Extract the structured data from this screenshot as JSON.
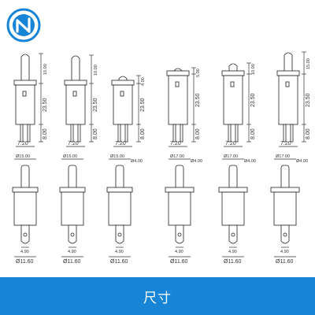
{
  "footer": {
    "title": "尺寸"
  },
  "brand": {
    "logo": "n-circle-logo",
    "color": "#1784d6"
  },
  "top_views": [
    {
      "total": "15.00",
      "body": "23.50",
      "pin": "8.00",
      "width": "7.20"
    },
    {
      "total": "10.00",
      "body": "23.50",
      "pin": "8.00",
      "width": "7.20"
    },
    {
      "total": "4.00",
      "body": "23.50",
      "pin": "8.00",
      "width": "7.20"
    },
    {
      "total": "5.00",
      "body": "23.50",
      "pin": "8.00",
      "width": "7.20"
    },
    {
      "total": "10.00",
      "body": "23.50",
      "pin": "8.00",
      "width": "7.20"
    },
    {
      "total": "15.00",
      "body": "23.50",
      "pin": "8.00",
      "width": "7.20"
    }
  ],
  "bottom_views": [
    {
      "head": "Ø15.00",
      "stem": "",
      "tab": "4.90",
      "base": "Ø11.60"
    },
    {
      "head": "Ø15.00",
      "stem": "",
      "tab": "4.90",
      "base": "Ø11.60"
    },
    {
      "head": "Ø15.00",
      "stem": "Ø4.00",
      "tab": "4.90",
      "base": "Ø11.60"
    },
    {
      "head": "Ø17.00",
      "stem": "Ø4.00",
      "tab": "4.90",
      "base": "Ø11.60"
    },
    {
      "head": "Ø17.00",
      "stem": "Ø4.00",
      "tab": "4.90",
      "base": "Ø11.60"
    },
    {
      "head": "Ø17.00",
      "stem": "Ø4.00",
      "tab": "4.90",
      "base": "Ø11.60"
    }
  ]
}
